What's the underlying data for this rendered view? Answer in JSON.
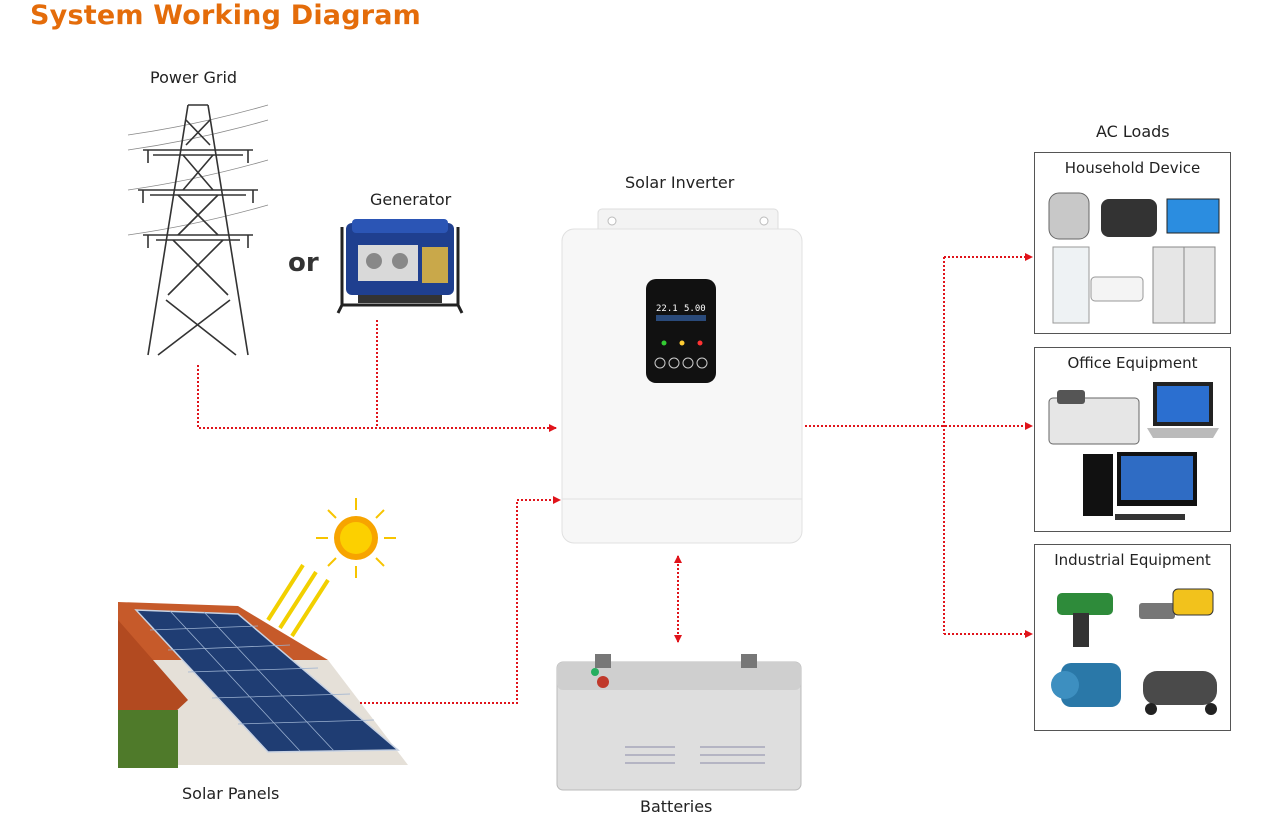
{
  "diagram": {
    "title": "System Working Diagram",
    "or_text": "or",
    "nodes": {
      "power_grid": "Power Grid",
      "generator": "Generator",
      "solar_inverter": "Solar Inverter",
      "solar_panels": "Solar Panels",
      "batteries": "Batteries",
      "ac_loads": "AC Loads"
    },
    "load_boxes": [
      {
        "title": "Household Device"
      },
      {
        "title": "Office Equipment"
      },
      {
        "title": "Industrial Equipment"
      }
    ],
    "inverter_display": {
      "left_value": "22.1",
      "right_value": "5.00"
    },
    "colors": {
      "title": "#e46c0a",
      "arrow": "#e0141b",
      "box_border": "#555555"
    }
  }
}
